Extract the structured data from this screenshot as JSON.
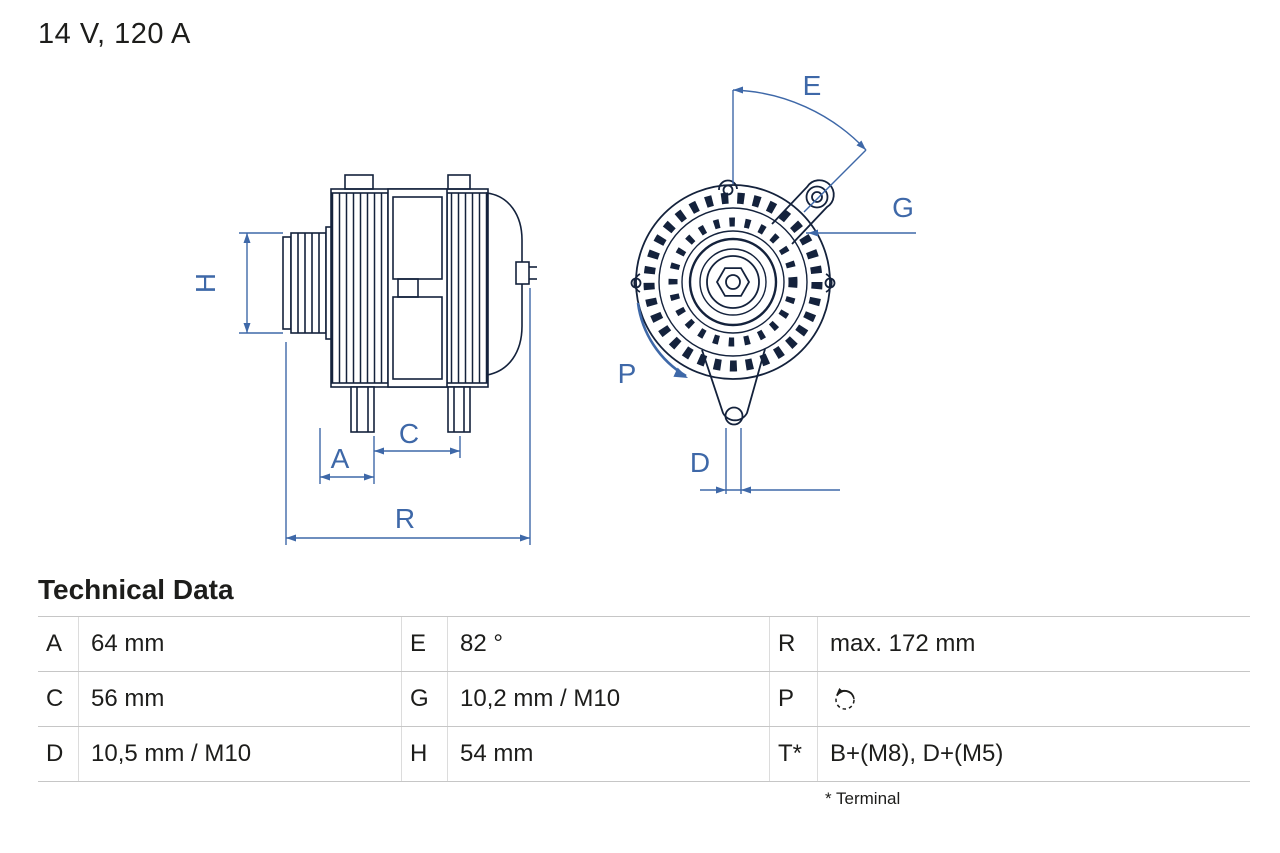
{
  "header": {
    "rating": "14 V, 120 A"
  },
  "diagram": {
    "labels": {
      "H": "H",
      "A": "A",
      "C": "C",
      "R": "R",
      "E": "E",
      "G": "G",
      "P": "P",
      "D": "D"
    },
    "colors": {
      "ink": "#14223c",
      "dimension": "#3e68a8"
    }
  },
  "technical_data": {
    "title": "Technical Data",
    "rows": [
      {
        "c1_key": "A",
        "c1_value": "64 mm",
        "c2_key": "E",
        "c2_value": "82 °",
        "c3_key": "R",
        "c3_value": "max. 172 mm"
      },
      {
        "c1_key": "C",
        "c1_value": "56 mm",
        "c2_key": "G",
        "c2_value": "10,2 mm / M10",
        "c3_key": "P",
        "c3_value": ""
      },
      {
        "c1_key": "D",
        "c1_value": "10,5 mm / M10",
        "c2_key": "H",
        "c2_value": "54 mm",
        "c3_key": "T*",
        "c3_value": "B+(M8), D+(M5)"
      }
    ],
    "footnote": "* Terminal"
  }
}
